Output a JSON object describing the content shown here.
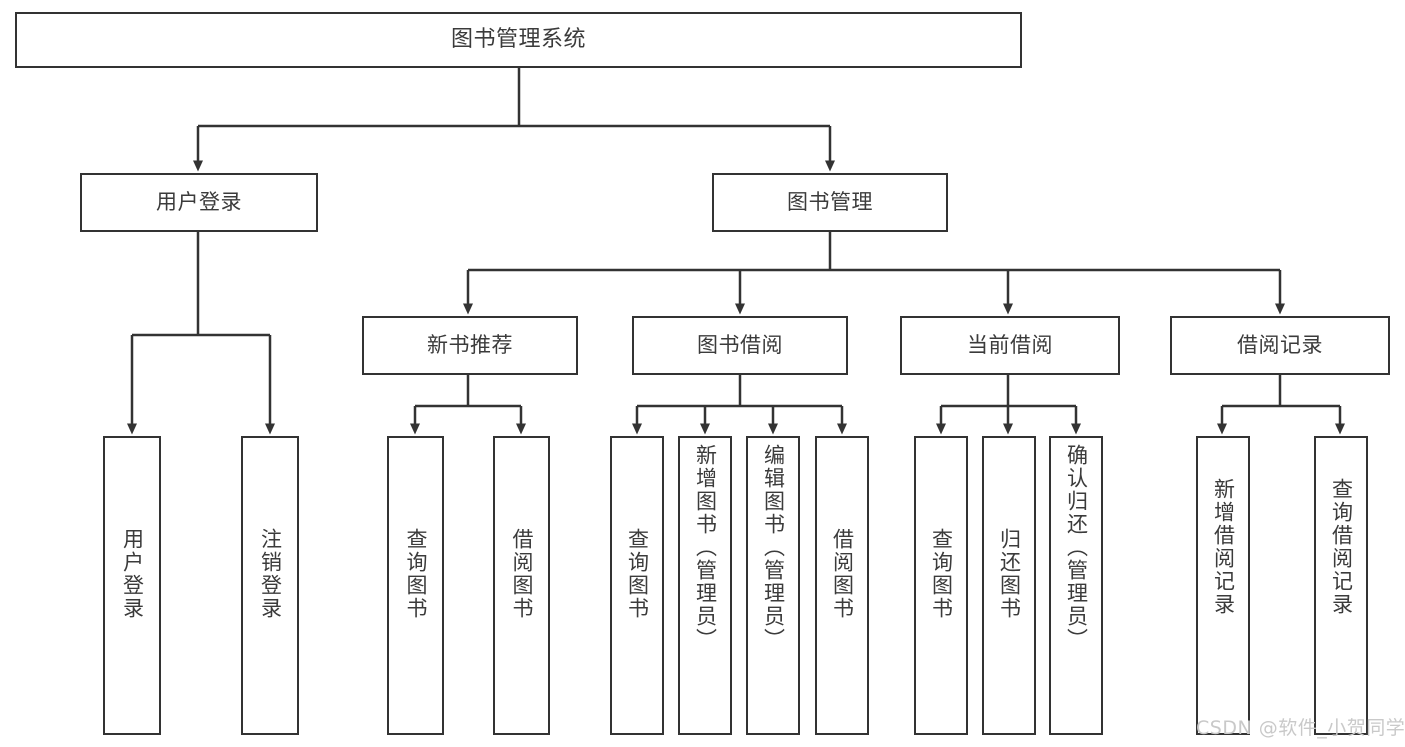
{
  "diagram": {
    "title": "图书管理系统",
    "watermark": "CSDN @软件_小贺同学",
    "colors": {
      "stroke": "#333333",
      "text": "#3b3b3b",
      "background": "#ffffff",
      "watermark": "#c9c9c9"
    },
    "root": {
      "label": "图书管理系统"
    },
    "level2": [
      {
        "label": "用户登录"
      },
      {
        "label": "图书管理"
      }
    ],
    "level3": [
      {
        "label": "新书推荐"
      },
      {
        "label": "图书借阅"
      },
      {
        "label": "当前借阅"
      },
      {
        "label": "借阅记录"
      }
    ],
    "leaves": {
      "user_login": [
        {
          "label": "用户登录"
        },
        {
          "label": "注销登录"
        }
      ],
      "new_book_recommend": [
        {
          "label": "查询图书"
        },
        {
          "label": "借阅图书"
        }
      ],
      "book_borrow": [
        {
          "label": "查询图书"
        },
        {
          "label": "新增图书（管理员）"
        },
        {
          "label": "编辑图书（管理员）"
        },
        {
          "label": "借阅图书"
        }
      ],
      "current_borrow": [
        {
          "label": "查询图书"
        },
        {
          "label": "归还图书"
        },
        {
          "label": "确认归还（管理员）"
        }
      ],
      "borrow_record": [
        {
          "label": "新增借阅记录"
        },
        {
          "label": "查询借阅记录"
        }
      ]
    }
  }
}
